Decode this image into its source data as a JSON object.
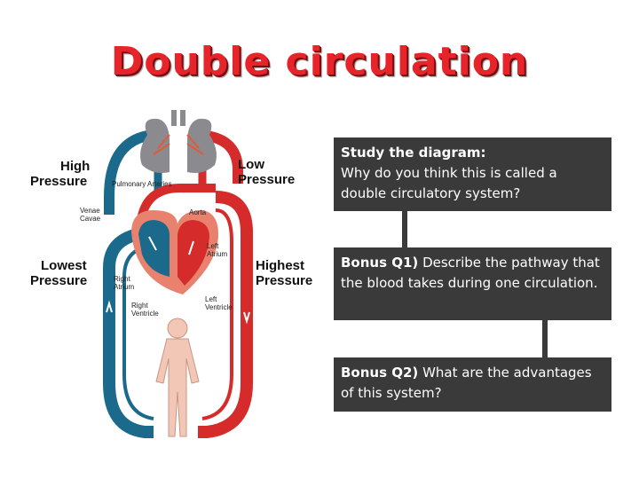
{
  "title": "Double circulation",
  "diagram": {
    "labels": {
      "high_pressure": [
        "High",
        "Pressure"
      ],
      "low_pressure": [
        "Low",
        "Pressure"
      ],
      "lowest_pressure": [
        "Lowest",
        "Pressure"
      ],
      "highest_pressure": [
        "Highest",
        "Pressure"
      ],
      "pulmonary_arteries": "Pulmonary Arteries",
      "venae_cavae": [
        "Venae",
        "Cavae"
      ],
      "aorta": "Aorta",
      "left_atrium": [
        "Left",
        "Atrium"
      ],
      "right_atrium": [
        "Right",
        "Atrium"
      ],
      "right_ventricle": [
        "Right",
        "Ventricle"
      ],
      "left_ventricle": [
        "Left",
        "Ventricle"
      ]
    },
    "colors": {
      "oxygenated": "#d62b2b",
      "deoxygenated": "#1b6a8c",
      "lungs": "#8a8a8f",
      "body": "#f2c7b5"
    }
  },
  "questions": [
    {
      "bold": "Study the diagram:",
      "text": "Why do you think this is called a double circulatory system?"
    },
    {
      "bold": "Bonus Q1)",
      "text": " Describe the pathway that the blood takes during one circulation."
    },
    {
      "bold": "Bonus Q2)",
      "text": " What are the advantages of this system?"
    }
  ]
}
